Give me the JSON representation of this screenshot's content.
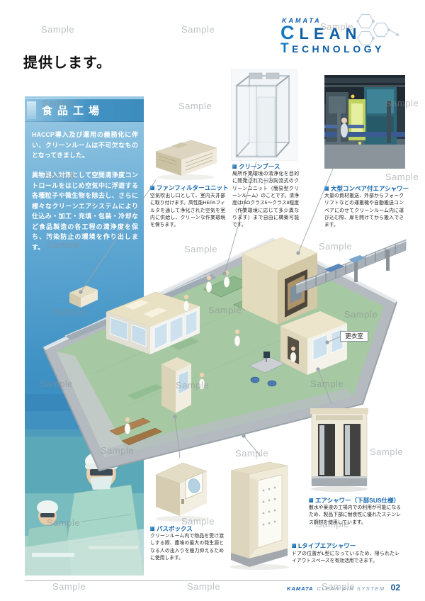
{
  "logo": {
    "brand": "KAMATA",
    "clean_initial": "C",
    "clean_rest": "LEAN",
    "tech_initial": "T",
    "tech_rest": "ECHNOLOGY"
  },
  "headline": "提供します。",
  "sidebar": {
    "title": "食品工場",
    "para1": "HACCP導入及び運用の義務化に伴い、クリーンルームは不可欠なものとなってきました。",
    "para2": "異物混入対策として空間清浄度コントロールをはじめ空気中に浮遊する各種粒子や微生物を除去し、さらに様々なクリーンエアシステムにより仕込み・加工・充填・包装・冷却など食品製造の各工程の清浄度を保ち、汚染防止の環境を作り出します。"
  },
  "products": {
    "fan_filter": {
      "title": "ファンフィルターユニット",
      "desc": "空気吹出し口として、室内天井部に取り付けます。高性能HEPAフィルタを通して浄化された空気を室内に供給し、クリーンな作業環境を保ちます。"
    },
    "clean_booth": {
      "title": "クリーンブース",
      "desc": "局所作業環境の清浄化を目的に開発された一方向流式のクリーンユニット（簡易型クリーンルーム）のことです。清浄度はISOクラス5〜クラス8程度（作業環境に応じて多少異なります）まで自由に構築可能です。"
    },
    "conveyor_shower": {
      "title": "大型コンベア付エアシャワー",
      "desc": "大量の資材搬送、外部からフォークリフトなどの運搬機や自動搬送コンベアにのせてクリーンルーム内に運び込む際、扉を開けてから搬入できます。"
    },
    "sus_shower": {
      "title": "エアシャワー（下部SUS仕様）",
      "desc": "散水や薬液の工場内での利用が可能になるため、製品下部に耐食性に優れたステンレス鋼材を使用しています。"
    },
    "pass_box": {
      "title": "パスボックス",
      "desc": "クリーンルーム内で物品を受け渡しする際、塵埃の最大の発生源となる人の出入りを極力抑えるために使用します。"
    },
    "l_shower": {
      "title": "Lタイプエアシャワー",
      "desc": "ドアの位置がL型になっているため、限られたレイアウトスペースを有効活用できます。"
    }
  },
  "diagram": {
    "changing_room_label": "更衣室"
  },
  "footer": {
    "brand": "KAMATA",
    "system": "CLEAN AIR SYSTEM",
    "page": "02"
  },
  "watermark": {
    "text": "Sample"
  },
  "colors": {
    "accent_blue": "#1566ad",
    "sidebar_blue": "#3f90c4",
    "floor_green": "#a6c8a2"
  }
}
